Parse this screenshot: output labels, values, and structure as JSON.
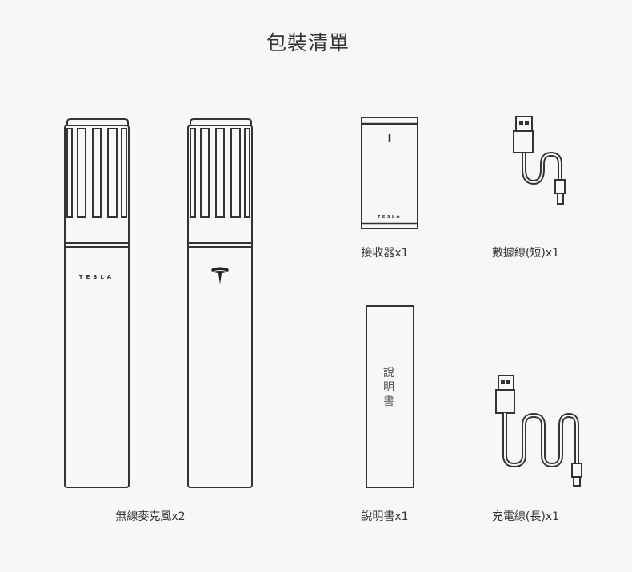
{
  "title": "包裝清單",
  "items": [
    {
      "label": "無線麥克風x2"
    },
    {
      "label": "接收器x1"
    },
    {
      "label": "數據線(短)x1"
    },
    {
      "label": "說明書x1"
    },
    {
      "label": "充電線(長)x1"
    }
  ],
  "manual_cover_text": "說明書",
  "brand_text": "TESLA",
  "colors": {
    "background": "#f7f7f7",
    "line": "#333333"
  }
}
